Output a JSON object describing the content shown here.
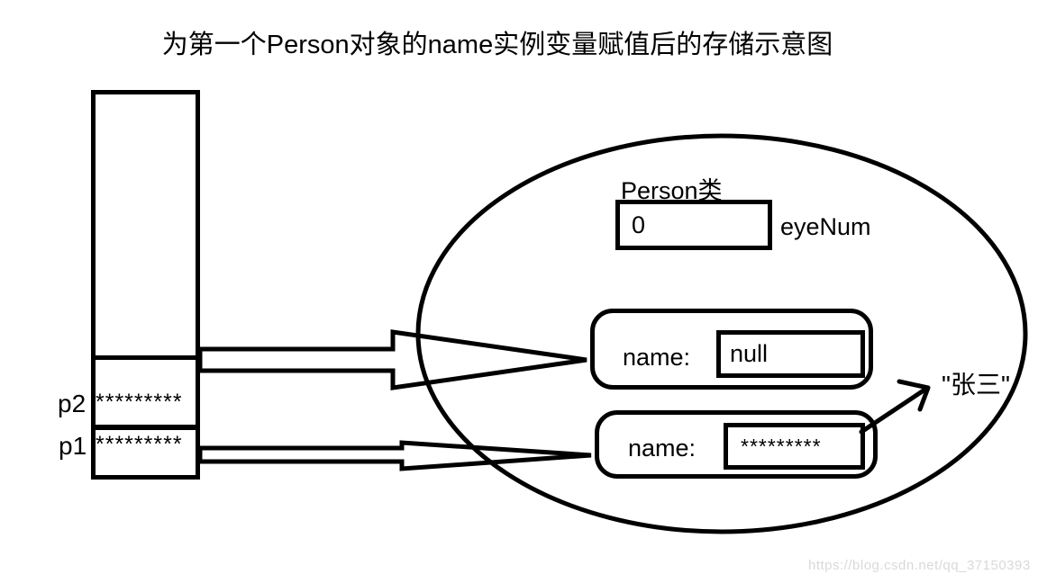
{
  "title": "为第一个Person对象的name实例变量赋值后的存储示意图",
  "stack": {
    "rows": [
      {
        "label": "p2",
        "value": "*********"
      },
      {
        "label": "p1",
        "value": "*********"
      }
    ]
  },
  "heap": {
    "class_label": "Person类",
    "static_field": {
      "value": "0",
      "name": "eyeNum"
    },
    "objects": [
      {
        "field": "name:",
        "value": "null"
      },
      {
        "field": "name:",
        "value": "*********"
      }
    ],
    "string_literal": "\"张三\""
  },
  "watermark": "https://blog.csdn.net/qq_37150393",
  "colors": {
    "stroke": "#000000",
    "background": "#ffffff",
    "watermark": "#d9d9d9"
  }
}
